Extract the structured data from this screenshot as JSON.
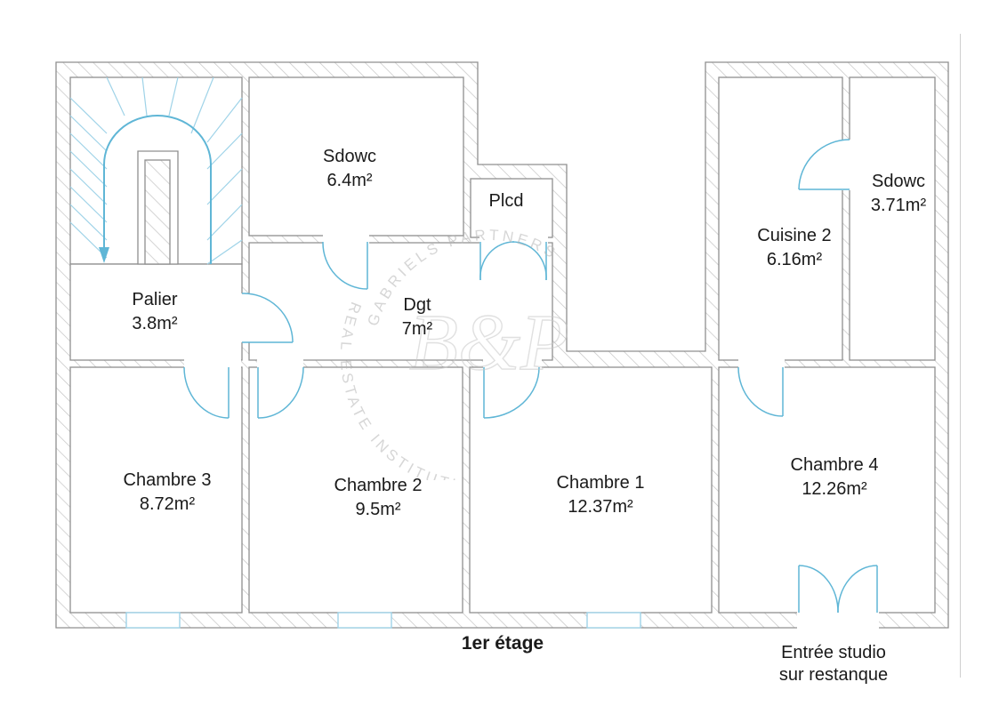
{
  "rooms": [
    {
      "id": "sdowc-1",
      "name": "Sdowc",
      "area": "6.4m²"
    },
    {
      "id": "plcd",
      "name": "Plcd",
      "area": ""
    },
    {
      "id": "cuisine-2",
      "name": "Cuisine 2",
      "area": "6.16m²"
    },
    {
      "id": "sdowc-2",
      "name": "Sdowc",
      "area": "3.71m²"
    },
    {
      "id": "palier",
      "name": "Palier",
      "area": "3.8m²"
    },
    {
      "id": "dgt",
      "name": "Dgt",
      "area": "7m²"
    },
    {
      "id": "chambre-3",
      "name": "Chambre 3",
      "area": "8.72m²"
    },
    {
      "id": "chambre-2",
      "name": "Chambre 2",
      "area": "9.5m²"
    },
    {
      "id": "chambre-1",
      "name": "Chambre 1",
      "area": "12.37m²"
    },
    {
      "id": "chambre-4",
      "name": "Chambre 4",
      "area": "12.26m²"
    }
  ],
  "floor_label": "1er étage",
  "entry_note": {
    "line1": "Entrée studio",
    "line2": "sur restanque"
  },
  "watermark": {
    "top_arc": "GABRIELS PARTNERS",
    "bottom_arc": "REAL ESTATE INSTITUTION",
    "monogram": "B&P"
  },
  "colors": {
    "wall": "#8f8f8f",
    "hatch": "#c4c4c4",
    "door": "#5fb6d6",
    "window": "#9fd3e8",
    "room_fill": "#ffffff"
  }
}
